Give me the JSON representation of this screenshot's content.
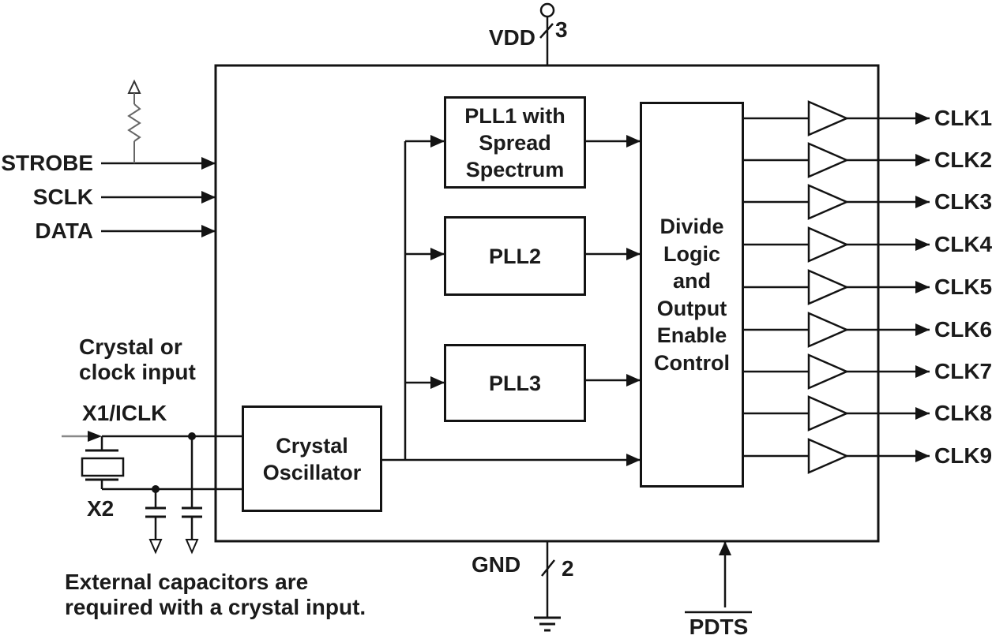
{
  "power": {
    "vdd": {
      "label": "VDD",
      "bus_width": "3"
    },
    "gnd": {
      "label": "GND",
      "bus_width": "2"
    },
    "pdts": {
      "label": "PDTS"
    }
  },
  "serial_inputs": [
    {
      "label": "STROBE"
    },
    {
      "label": "SCLK"
    },
    {
      "label": "DATA"
    }
  ],
  "clock_input": {
    "note": "Crystal or\nclock input",
    "x1_label": "X1/ICLK",
    "x2_label": "X2",
    "caption": "External capacitors are\nrequired with a crystal input."
  },
  "blocks": {
    "crystal_oscillator": "Crystal\nOscillator",
    "pll1": "PLL1 with\nSpread\nSpectrum",
    "pll2": "PLL2",
    "pll3": "PLL3",
    "divide_logic": "Divide\nLogic\nand\nOutput\nEnable\nControl"
  },
  "outputs": [
    "CLK1",
    "CLK2",
    "CLK3",
    "CLK4",
    "CLK5",
    "CLK6",
    "CLK7",
    "CLK8",
    "CLK9"
  ],
  "colors": {
    "line": "#131313",
    "text": "#1b1b1b",
    "background": "#ffffff"
  }
}
